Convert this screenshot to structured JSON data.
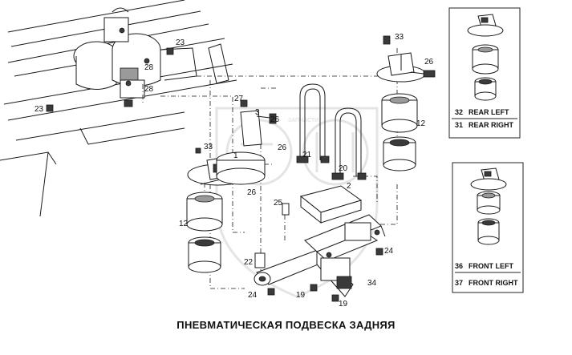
{
  "title": "ПНЕВМАТИЧЕСКАЯ ПОДВЕСКА ЗАДНЯЯ",
  "watermark": {
    "text": "ЗАПЧАСТИ"
  },
  "callouts": {
    "c23a": "23",
    "c28a": "28",
    "c28b": "28",
    "c23b": "23",
    "c27": "27",
    "c3": "3",
    "c26a": "26",
    "c26b": "26",
    "c33a": "33",
    "c1": "1",
    "c26c": "26",
    "c12a": "12",
    "c25": "25",
    "c22": "22",
    "c24a": "24",
    "c19a": "19",
    "c19b": "19",
    "c34": "34",
    "c24b": "24",
    "c2": "2",
    "c21": "21",
    "c20": "20",
    "c12b": "12",
    "c33b": "33",
    "c26d": "26"
  },
  "legend_rear": {
    "left_num": "32",
    "left_label": "REAR LEFT",
    "right_num": "31",
    "right_label": "REAR RIGHT"
  },
  "legend_front": {
    "left_num": "36",
    "left_label": "FRONT LEFT",
    "right_num": "37",
    "right_label": "FRONT RIGHT"
  }
}
